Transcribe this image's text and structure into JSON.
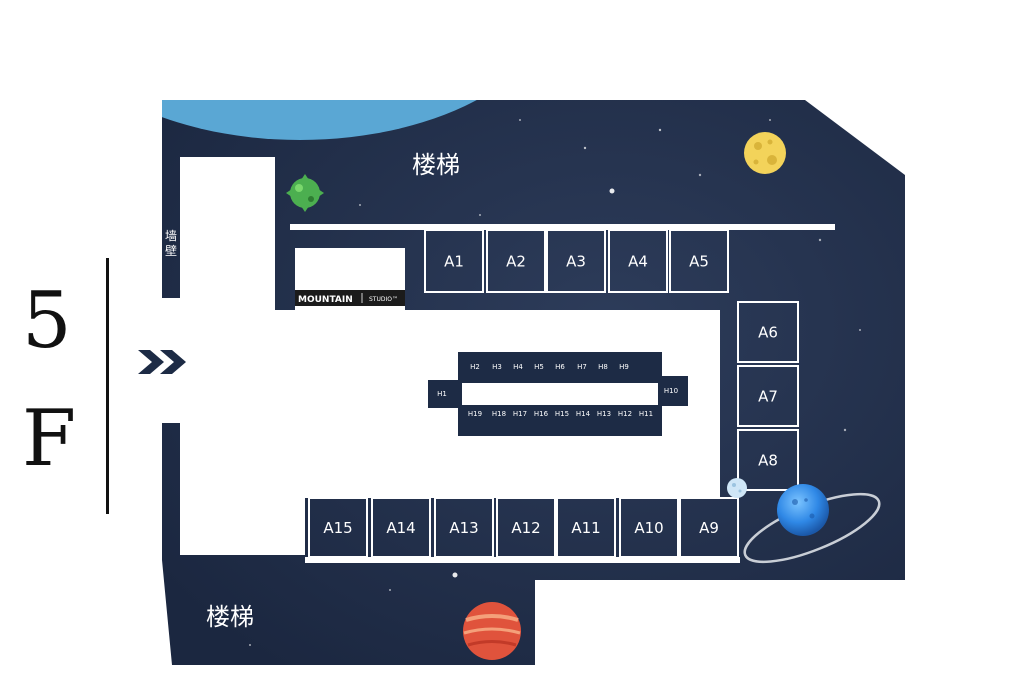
{
  "floor": {
    "line1": "5",
    "line2": "F"
  },
  "labels": {
    "stairs_top": "楼梯",
    "stairs_bottom": "楼梯",
    "wall_line1": "墙",
    "wall_line2": "壁",
    "entrance_icon": "chevron-double-right-icon"
  },
  "store": {
    "name": "MOUNTAIN",
    "suffix": "STUDIO™"
  },
  "booths_a": [
    "A1",
    "A2",
    "A3",
    "A4",
    "A5",
    "A6",
    "A7",
    "A8",
    "A9",
    "A10",
    "A11",
    "A12",
    "A13",
    "A14",
    "A15"
  ],
  "booths_h": [
    "H1",
    "H2",
    "H3",
    "H4",
    "H5",
    "H6",
    "H7",
    "H8",
    "H9",
    "H10",
    "H11",
    "H12",
    "H13",
    "H14",
    "H15",
    "H16",
    "H17",
    "H18",
    "H19"
  ],
  "colors": {
    "space": "#1d2b45",
    "space_light": "#2a3a58",
    "earth": "#5aa7d4",
    "moon": "#f3d35a",
    "green_planet": "#4caf50",
    "blue_planet": "#2e86de",
    "red_planet": "#e0533c"
  }
}
